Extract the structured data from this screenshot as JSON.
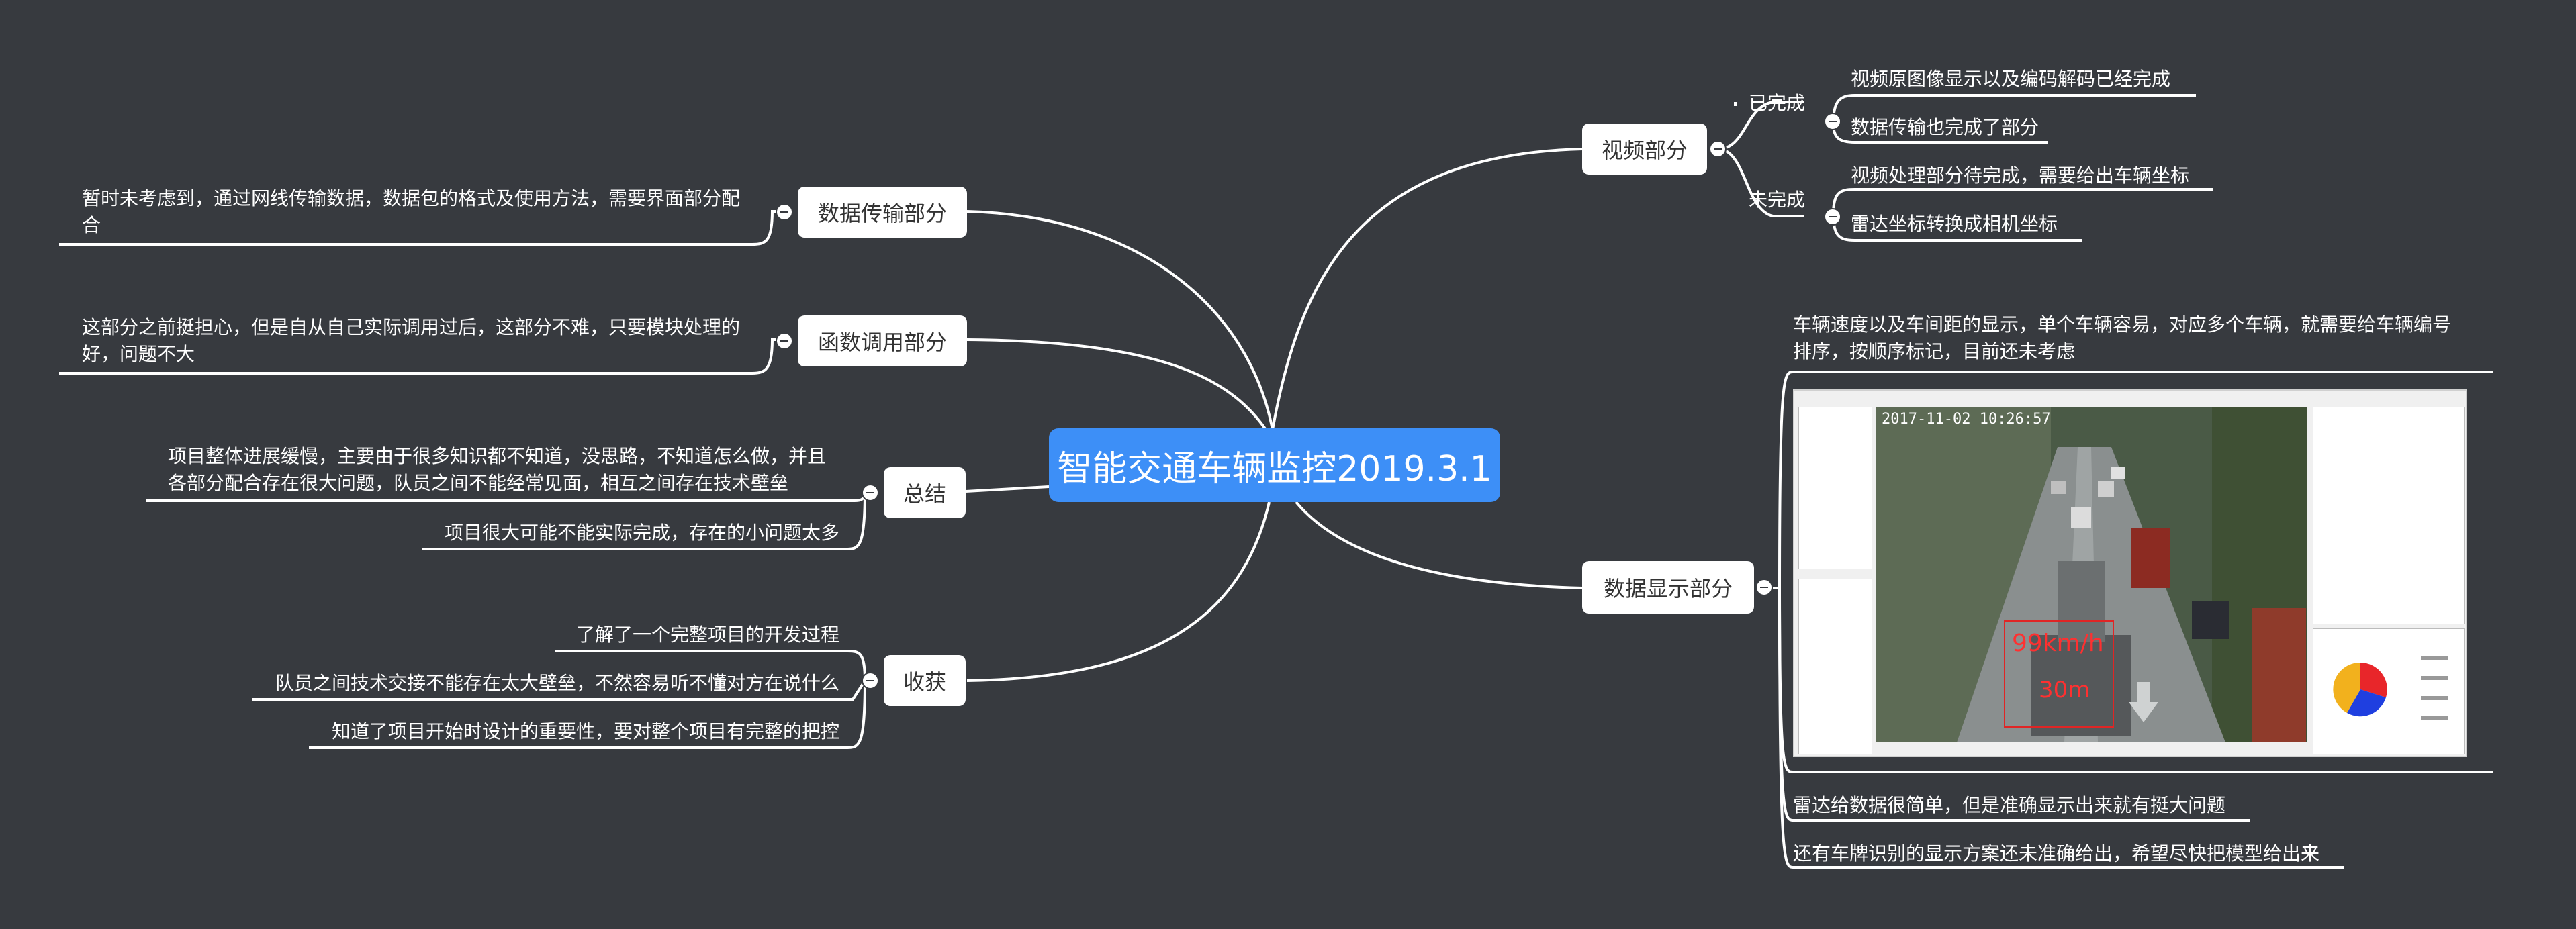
{
  "root": {
    "title": "智能交通车辆监控2019.3.1"
  },
  "video": {
    "label": "视频部分",
    "done": {
      "label": "已完成",
      "items": [
        "视频原图像显示以及编码解码已经完成",
        "数据传输也完成了部分"
      ]
    },
    "todo": {
      "label": "未完成",
      "items": [
        "视频处理部分待完成，需要给出车辆坐标",
        "雷达坐标转换成相机坐标"
      ]
    }
  },
  "display": {
    "label": "数据显示部分",
    "note_line1": "车辆速度以及车间距的显示，单个车辆容易，对应多个车辆，就需要给车辆编号",
    "note_line2": "排序，按顺序标记，目前还未考虑",
    "screenshot": {
      "timestamp": "2017-11-02 10:26:57",
      "speed": "99km/h",
      "distance": "30m"
    },
    "items": [
      "雷达给数据很简单，但是准确显示出来就有挺大问题",
      "还有车牌识别的显示方案还未准确给出，希望尽快把模型给出来"
    ]
  },
  "transfer": {
    "label": "数据传输部分",
    "note_line1": "暂时未考虑到，通过网线传输数据，数据包的格式及使用方法，需要界面部分配",
    "note_line2": "合"
  },
  "function": {
    "label": "函数调用部分",
    "note_line1": "这部分之前挺担心，但是自从自己实际调用过后，这部分不难，只要模块处理的",
    "note_line2": "好，问题不大"
  },
  "summary": {
    "label": "总结",
    "item1_line1": "项目整体进展缓慢，主要由于很多知识都不知道，没思路，不知道怎么做，并且",
    "item1_line2": "各部分配合存在很大问题，队员之间不能经常见面，相互之间存在技术壁垒",
    "item2": "项目很大可能不能实际完成，存在的小问题太多"
  },
  "gains": {
    "label": "收获",
    "items": [
      "了解了一个完整项目的开发过程",
      "队员之间技术交接不能存在太大壁垒，不然容易听不懂对方在说什么",
      "知道了项目开始时设计的重要性，要对整个项目有完整的把控"
    ]
  },
  "colors": {
    "background": "#373a3f",
    "root": "#3d8ff7",
    "line": "#ffffff",
    "node": "#ffffff",
    "pie_red": "#e8262a",
    "pie_blue": "#1f3fe0",
    "pie_yellow": "#f2b11d"
  }
}
